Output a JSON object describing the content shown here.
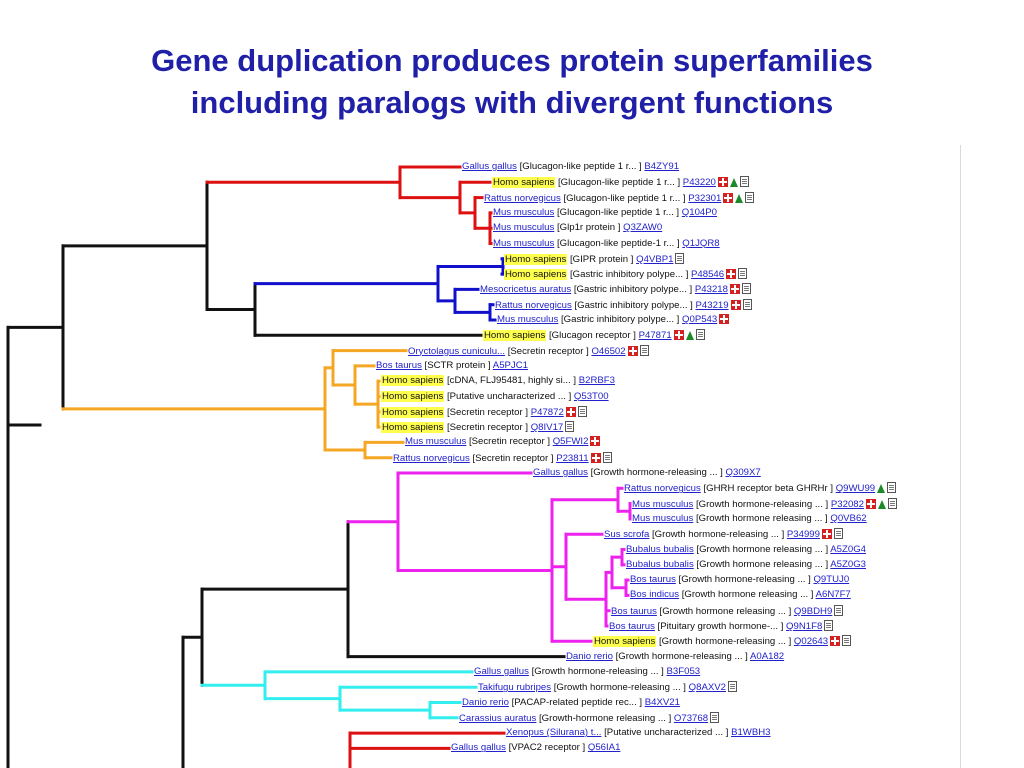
{
  "title": {
    "line1": "Gene duplication produces protein superfamilies",
    "line2": "including paralogs with divergent functions"
  },
  "colors": {
    "title": "#1f1fa8",
    "red_clade": "#dd1111",
    "blue_clade": "#1111cc",
    "orange_clade": "#f5a623",
    "magenta_clade": "#ee22ee",
    "cyan_clade": "#33eeee",
    "highlight": "#ffff4d",
    "link": "#2222cc"
  },
  "leaves": [
    {
      "species": "Gallus gallus",
      "desc": "[Glucagon-like peptide 1 r... ]",
      "acc": "B4ZY91",
      "hl": false,
      "icons": []
    },
    {
      "species": "Homo sapiens",
      "desc": "[Glucagon-like peptide 1 r... ]",
      "acc": "P43220",
      "hl": true,
      "icons": [
        "pdb",
        "flask",
        "doc"
      ]
    },
    {
      "species": "Rattus norvegicus",
      "desc": "[Glucagon-like peptide 1 r... ]",
      "acc": "P32301",
      "hl": false,
      "icons": [
        "pdb",
        "flask",
        "doc"
      ]
    },
    {
      "species": "Mus musculus",
      "desc": "[Glucagon-like peptide 1 r... ]",
      "acc": "Q104P0",
      "hl": false,
      "icons": []
    },
    {
      "species": "Mus musculus",
      "desc": "[Glp1r protein ]",
      "acc": "Q3ZAW0",
      "hl": false,
      "icons": []
    },
    {
      "species": "Mus musculus",
      "desc": "[Glucagon-like peptide-1 r... ]",
      "acc": "Q1JQR8",
      "hl": false,
      "icons": []
    },
    {
      "species": "Homo sapiens",
      "desc": "[GIPR protein ]",
      "acc": "Q4VBP1",
      "hl": true,
      "icons": [
        "doc"
      ]
    },
    {
      "species": "Homo sapiens",
      "desc": "[Gastric inhibitory polype... ]",
      "acc": "P48546",
      "hl": true,
      "icons": [
        "pdb",
        "doc"
      ]
    },
    {
      "species": "Mesocricetus auratus",
      "desc": "[Gastric inhibitory polype... ]",
      "acc": "P43218",
      "hl": false,
      "icons": [
        "pdb",
        "doc"
      ]
    },
    {
      "species": "Rattus norvegicus",
      "desc": "[Gastric inhibitory polype... ]",
      "acc": "P43219",
      "hl": false,
      "icons": [
        "pdb",
        "doc"
      ]
    },
    {
      "species": "Mus musculus",
      "desc": "[Gastric inhibitory polype... ]",
      "acc": "Q0P543",
      "hl": false,
      "icons": [
        "pdb"
      ]
    },
    {
      "species": "Homo sapiens",
      "desc": "[Glucagon receptor ]",
      "acc": "P47871",
      "hl": true,
      "icons": [
        "pdb",
        "flask",
        "doc"
      ]
    },
    {
      "species": "Oryctolagus cuniculu...",
      "desc": "[Secretin receptor ]",
      "acc": "O46502",
      "hl": false,
      "icons": [
        "pdb",
        "doc"
      ]
    },
    {
      "species": "Bos taurus",
      "desc": "[SCTR protein ]",
      "acc": "A5PJC1",
      "hl": false,
      "icons": []
    },
    {
      "species": "Homo sapiens",
      "desc": "[cDNA, FLJ95481, highly si... ]",
      "acc": "B2RBF3",
      "hl": true,
      "icons": []
    },
    {
      "species": "Homo sapiens",
      "desc": "[Putative uncharacterized ... ]",
      "acc": "Q53T00",
      "hl": true,
      "icons": []
    },
    {
      "species": "Homo sapiens",
      "desc": "[Secretin receptor ]",
      "acc": "P47872",
      "hl": true,
      "icons": [
        "pdb",
        "doc"
      ]
    },
    {
      "species": "Homo sapiens",
      "desc": "[Secretin receptor ]",
      "acc": "Q8IV17",
      "hl": true,
      "icons": [
        "doc"
      ]
    },
    {
      "species": "Mus musculus",
      "desc": "[Secretin receptor ]",
      "acc": "Q5FWI2",
      "hl": false,
      "icons": [
        "pdb"
      ]
    },
    {
      "species": "Rattus norvegicus",
      "desc": "[Secretin receptor ]",
      "acc": "P23811",
      "hl": false,
      "icons": [
        "pdb",
        "doc"
      ]
    },
    {
      "species": "Gallus gallus",
      "desc": "[Growth hormone-releasing ... ]",
      "acc": "Q309X7",
      "hl": false,
      "icons": []
    },
    {
      "species": "Rattus norvegicus",
      "desc": "[GHRH receptor beta GHRHr ]",
      "acc": "Q9WU99",
      "hl": false,
      "icons": [
        "flask",
        "doc"
      ]
    },
    {
      "species": "Mus musculus",
      "desc": "[Growth hormone-releasing ... ]",
      "acc": "P32082",
      "hl": false,
      "icons": [
        "pdb",
        "flask",
        "doc"
      ]
    },
    {
      "species": "Mus musculus",
      "desc": "[Growth hormone releasing ... ]",
      "acc": "Q0VB62",
      "hl": false,
      "icons": []
    },
    {
      "species": "Sus scrofa",
      "desc": "[Growth hormone-releasing ... ]",
      "acc": "P34999",
      "hl": false,
      "icons": [
        "pdb",
        "doc"
      ]
    },
    {
      "species": "Bubalus bubalis",
      "desc": "[Growth hormone releasing ... ]",
      "acc": "A5Z0G4",
      "hl": false,
      "icons": []
    },
    {
      "species": "Bubalus bubalis",
      "desc": "[Growth hormone releasing ... ]",
      "acc": "A5Z0G3",
      "hl": false,
      "icons": []
    },
    {
      "species": "Bos taurus",
      "desc": "[Growth hormone-releasing ... ]",
      "acc": "Q9TUJ0",
      "hl": false,
      "icons": []
    },
    {
      "species": "Bos indicus",
      "desc": "[Growth hormone releasing ... ]",
      "acc": "A6N7F7",
      "hl": false,
      "icons": []
    },
    {
      "species": "Bos taurus",
      "desc": "[Growth hormone releasing ... ]",
      "acc": "Q9BDH9",
      "hl": false,
      "icons": [
        "doc"
      ]
    },
    {
      "species": "Bos taurus",
      "desc": "[Pituitary growth hormone-... ]",
      "acc": "Q9N1F8",
      "hl": false,
      "icons": [
        "doc"
      ]
    },
    {
      "species": "Homo sapiens",
      "desc": "[Growth hormone-releasing ... ]",
      "acc": "Q02643",
      "hl": true,
      "icons": [
        "pdb",
        "doc"
      ]
    },
    {
      "species": "Danio rerio",
      "desc": "[Growth hormone-releasing ... ]",
      "acc": "A0A182",
      "hl": false,
      "icons": []
    },
    {
      "species": "Gallus gallus",
      "desc": "[Growth hormone-releasing ... ]",
      "acc": "B3F053",
      "hl": false,
      "icons": []
    },
    {
      "species": "Takifugu rubripes",
      "desc": "[Growth hormone-releasing ... ]",
      "acc": "Q8AXV2",
      "hl": false,
      "icons": [
        "doc"
      ]
    },
    {
      "species": "Danio rerio",
      "desc": "[PACAP-related peptide rec... ]",
      "acc": "B4XV21",
      "hl": false,
      "icons": []
    },
    {
      "species": "Carassius auratus",
      "desc": "[Growth-hormone releasing ... ]",
      "acc": "O73768",
      "hl": false,
      "icons": [
        "doc"
      ]
    },
    {
      "species": "Xenopus (Silurana) t...",
      "desc": "[Putative uncharacterized ... ]",
      "acc": "B1WBH3",
      "hl": false,
      "icons": []
    },
    {
      "species": "Gallus gallus",
      "desc": "[VPAC2 receptor ]",
      "acc": "Q56IA1",
      "hl": false,
      "icons": []
    }
  ]
}
